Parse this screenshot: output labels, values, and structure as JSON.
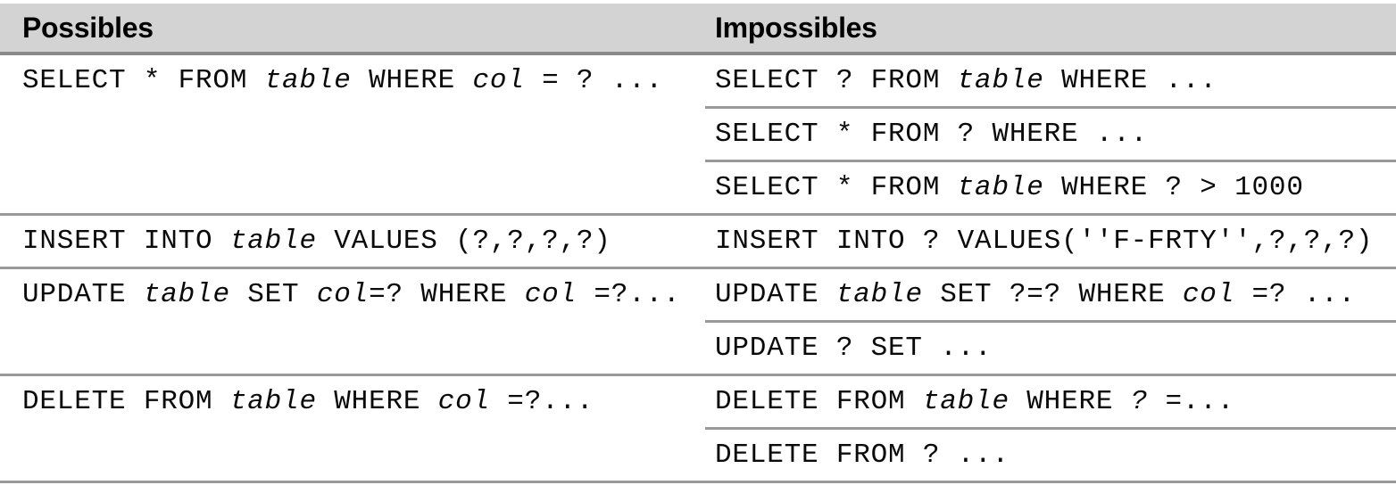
{
  "header": {
    "possibles": "Possibles",
    "impossibles": "Impossibles"
  },
  "colors": {
    "header_bg": "#d3d3d3",
    "header_rule": "#8a8a8a",
    "rule": "#999999",
    "text": "#0a0a0a"
  },
  "groups": [
    {
      "possible": [
        {
          "t": "SELECT * FROM "
        },
        {
          "t": "table",
          "i": true
        },
        {
          "t": " WHERE "
        },
        {
          "t": "col",
          "i": true
        },
        {
          "t": " = ? ..."
        }
      ],
      "impossibles": [
        [
          {
            "t": "SELECT ? FROM "
          },
          {
            "t": "table",
            "i": true
          },
          {
            "t": " WHERE ..."
          }
        ],
        [
          {
            "t": "SELECT * FROM ? WHERE ..."
          }
        ],
        [
          {
            "t": "SELECT * FROM "
          },
          {
            "t": "table",
            "i": true
          },
          {
            "t": " WHERE ? > 1000"
          }
        ]
      ]
    },
    {
      "possible": [
        {
          "t": "INSERT INTO "
        },
        {
          "t": "table",
          "i": true
        },
        {
          "t": " VALUES (?,?,?,?)"
        }
      ],
      "impossibles": [
        [
          {
            "t": "INSERT INTO ? VALUES(''F-FRTY'',?,?,?)"
          }
        ]
      ]
    },
    {
      "possible": [
        {
          "t": "UPDATE "
        },
        {
          "t": "table",
          "i": true
        },
        {
          "t": " SET "
        },
        {
          "t": "col",
          "i": true
        },
        {
          "t": "=? WHERE "
        },
        {
          "t": "col",
          "i": true
        },
        {
          "t": " =?..."
        }
      ],
      "impossibles": [
        [
          {
            "t": "UPDATE "
          },
          {
            "t": "table",
            "i": true
          },
          {
            "t": " SET ?=? WHERE "
          },
          {
            "t": "col",
            "i": true
          },
          {
            "t": " =? ..."
          }
        ],
        [
          {
            "t": "UPDATE ? SET ..."
          }
        ]
      ]
    },
    {
      "possible": [
        {
          "t": "DELETE FROM "
        },
        {
          "t": "table",
          "i": true
        },
        {
          "t": " WHERE "
        },
        {
          "t": "col",
          "i": true
        },
        {
          "t": " =?..."
        }
      ],
      "impossibles": [
        [
          {
            "t": "DELETE FROM "
          },
          {
            "t": "table",
            "i": true
          },
          {
            "t": " WHERE "
          },
          {
            "t": "?",
            "i": true
          },
          {
            "t": " =..."
          }
        ],
        [
          {
            "t": "DELETE FROM ? ..."
          }
        ]
      ]
    }
  ]
}
